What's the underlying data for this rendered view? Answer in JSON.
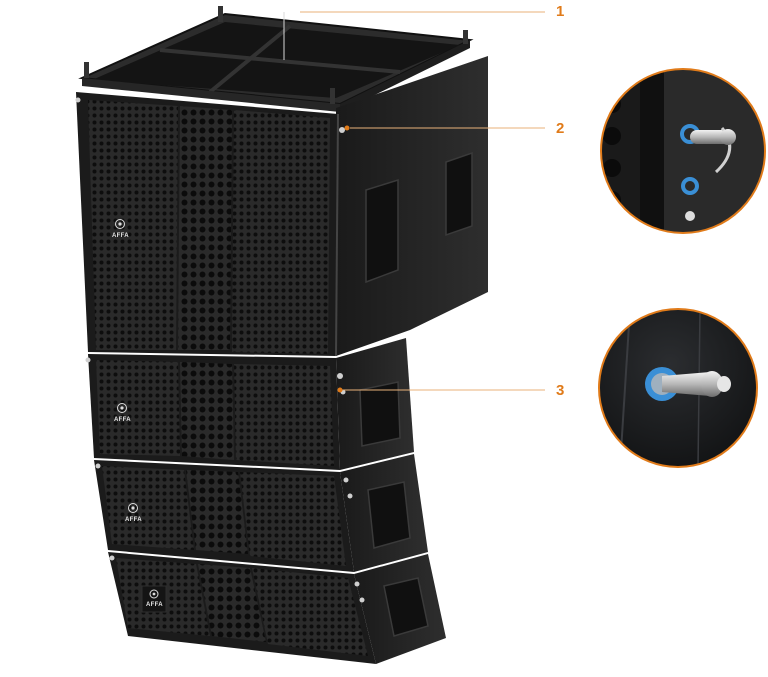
{
  "brand": {
    "logo_text": "AFFA"
  },
  "callouts": [
    {
      "number": "1",
      "target": "rigging-frame"
    },
    {
      "number": "2",
      "target": "quick-release-pin"
    },
    {
      "number": "3",
      "target": "cabinet-pin"
    }
  ],
  "detail_views": [
    {
      "name": "quick-release-pin-closeup"
    },
    {
      "name": "cabinet-pin-closeup"
    }
  ],
  "colors": {
    "accent": "#e07b1a",
    "cabinet": "#1c1c1c",
    "grille": "#242424",
    "pin_ring": "#3a8fd6",
    "background": "#ffffff"
  }
}
